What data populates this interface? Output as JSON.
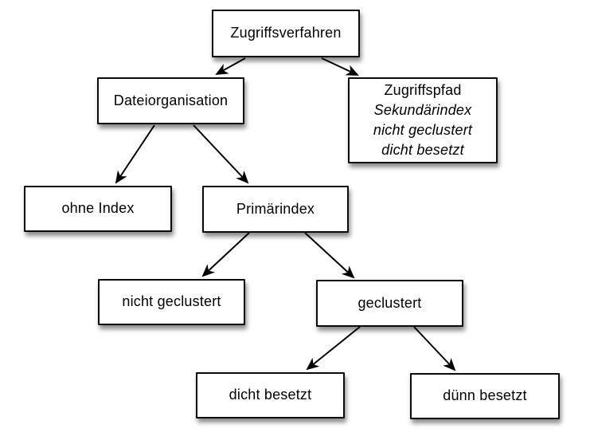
{
  "diagram": {
    "background": "#ffffff",
    "box_fill": "#ffffff",
    "box_border": "#000000",
    "text_color": "#000000",
    "nodes": {
      "zugriffsverfahren": {
        "label": "Zugriffsverfahren"
      },
      "dateiorganisation": {
        "label": "Dateiorganisation"
      },
      "zugriffspfad": {
        "title": "Zugriffspfad",
        "details": [
          "Sekundärindex",
          "nicht geclustert",
          "dicht besetzt"
        ]
      },
      "ohne_index": {
        "label": "ohne Index"
      },
      "primaerindex": {
        "label": "Primärindex"
      },
      "nicht_geclustert": {
        "label": "nicht geclustert"
      },
      "geclustert": {
        "label": "geclustert"
      },
      "dicht_besetzt": {
        "label": "dicht besetzt"
      },
      "duenn_besetzt": {
        "label": "dünn besetzt"
      }
    },
    "edges": [
      {
        "from": "Zugriffsverfahren",
        "to": "Dateiorganisation"
      },
      {
        "from": "Zugriffsverfahren",
        "to": "Zugriffspfad"
      },
      {
        "from": "Dateiorganisation",
        "to": "ohne Index"
      },
      {
        "from": "Dateiorganisation",
        "to": "Primärindex"
      },
      {
        "from": "Primärindex",
        "to": "nicht geclustert"
      },
      {
        "from": "Primärindex",
        "to": "geclustert"
      },
      {
        "from": "geclustert",
        "to": "dicht besetzt"
      },
      {
        "from": "geclustert",
        "to": "dünn besetzt"
      }
    ]
  }
}
